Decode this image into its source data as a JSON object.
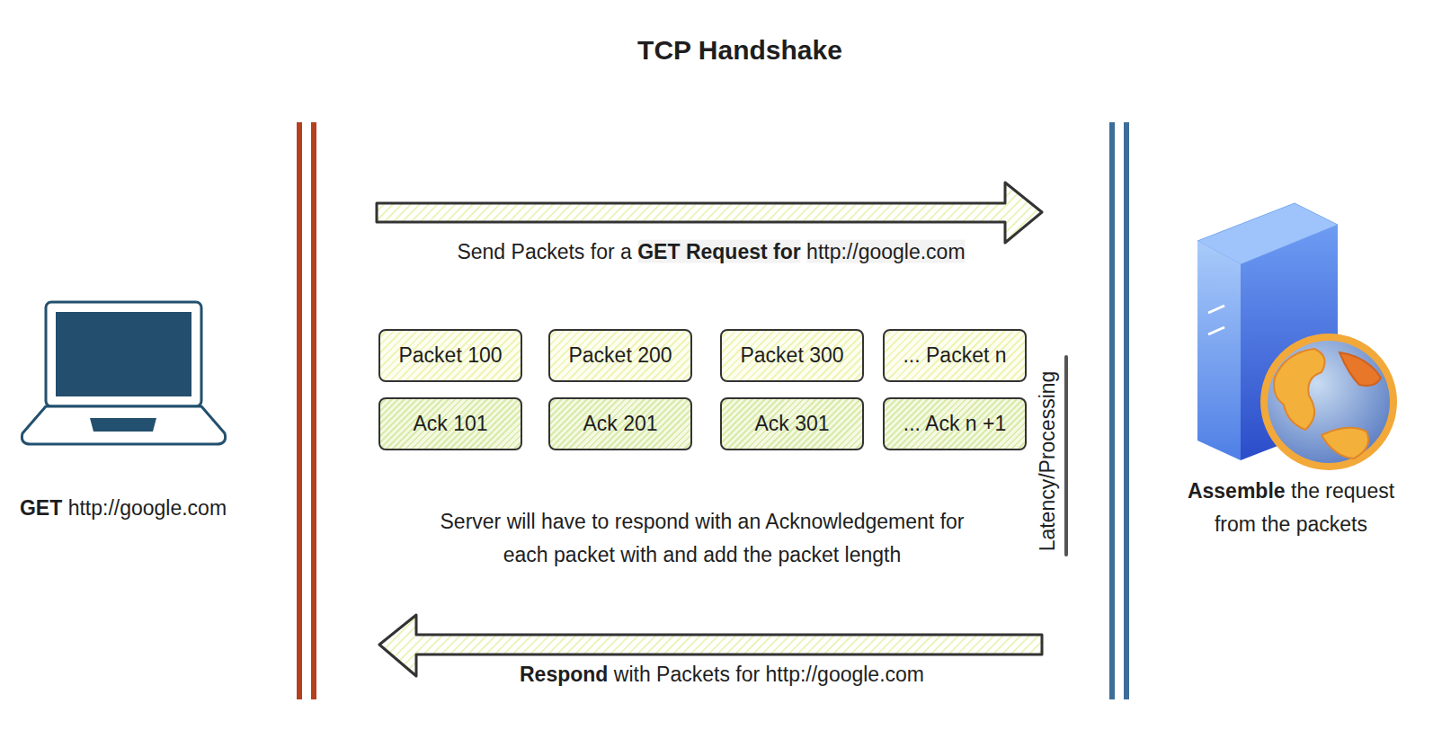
{
  "diagram": {
    "title": "TCP Handshake",
    "nodes": [
      {
        "text": [
          "Packet 100"
        ]
      },
      {
        "text": [
          "Packet 200"
        ]
      },
      {
        "text": [
          "Packet 300"
        ]
      },
      {
        "text": [
          "... Packet n"
        ]
      },
      {
        "text": [
          "Ack 101"
        ]
      },
      {
        "text": [
          "Ack 201"
        ]
      },
      {
        "text": [
          "Ack 301"
        ]
      },
      {
        "text": [
          "... Ack n +1"
        ]
      }
    ],
    "labels": [
      "Send Packets for a",
      "GET Request for",
      "http://google.com",
      "Server will have to respond with an Acknowledgement for each packet with and add the packet length",
      "Latency/Processing",
      "Respond",
      "with Packets for http://google.com",
      "GET",
      "http://google.com",
      "Assemble",
      "the request from the packets"
    ]
  }
}
